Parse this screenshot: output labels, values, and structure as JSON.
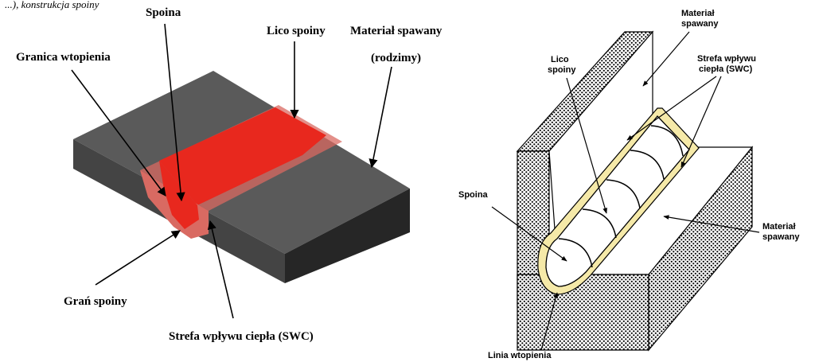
{
  "caption": "...), konstrukcja spoiny",
  "left_diagram": {
    "labels": {
      "spoina": "Spoina",
      "lico": "Lico spoiny",
      "material_line1": "Materiał spawany",
      "material_line2": "(rodzimy)",
      "granica": "Granica wtopienia",
      "gran": "Grań spoiny",
      "swc": "Strefa wpływu ciepła (SWC)"
    },
    "colors": {
      "plate_top": "#5a5a5a",
      "plate_front": "#424242",
      "plate_side": "#232323",
      "weld": "#e8281e",
      "haz": "#f07a6e"
    }
  },
  "right_diagram": {
    "labels": {
      "material_top_line1": "Materiał",
      "material_top_line2": "spawany",
      "lico_line1": "Lico",
      "lico_line2": "spoiny",
      "swc_line1": "Strefa wpływu",
      "swc_line2": "ciepła (SWC)",
      "spoina": "Spoina",
      "material_right_line1": "Materiał",
      "material_right_line2": "spawany",
      "linia": "Linia wtopienia"
    },
    "colors": {
      "haz_strip": "#f5e9a8",
      "dots": "#000000"
    }
  }
}
